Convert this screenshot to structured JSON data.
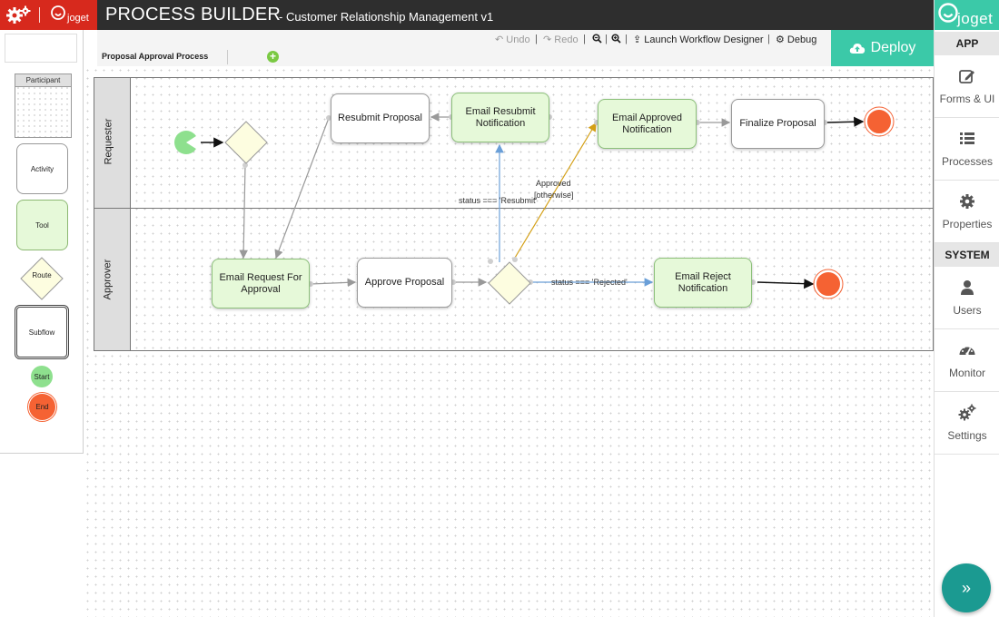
{
  "header": {
    "logo_text": "joget",
    "title": "PROCESS BUILDER",
    "subtitle": "- Customer Relationship Management v1"
  },
  "toolbar": {
    "undo": "Undo",
    "redo": "Redo",
    "launch": "Launch Workflow Designer",
    "debug": "Debug",
    "deploy": "Deploy",
    "tab": "Proposal Approval Process"
  },
  "palette": {
    "participant": "Participant",
    "activity": "Activity",
    "tool": "Tool",
    "route": "Route",
    "subflow": "Subflow",
    "start": "Start",
    "end": "End"
  },
  "lanes": {
    "requester": "Requester",
    "approver": "Approver"
  },
  "nodes": {
    "resubmit_proposal": "Resubmit Proposal",
    "email_resubmit": "Email Resubmit Notification",
    "email_approved": "Email Approved Notification",
    "finalize_proposal": "Finalize Proposal",
    "email_request": "Email Request For Approval",
    "approve_proposal": "Approve Proposal",
    "email_reject": "Email Reject Notification"
  },
  "edge_labels": {
    "approved": "Approved",
    "otherwise": "[otherwise]",
    "resubmit": "status === 'Resubmit'",
    "rejected": "status === 'Rejected'"
  },
  "sidebar": {
    "logo_text": "joget",
    "section_app": "APP",
    "section_system": "SYSTEM",
    "forms": "Forms & UI",
    "processes": "Processes",
    "properties": "Properties",
    "users": "Users",
    "monitor": "Monitor",
    "settings": "Settings"
  },
  "colors": {
    "brand_red": "#d7291d",
    "accent_teal": "#3bc9a8",
    "tool_fill": "#e6f9d9",
    "start_green": "#8ee08e",
    "end_red": "#f56233"
  }
}
